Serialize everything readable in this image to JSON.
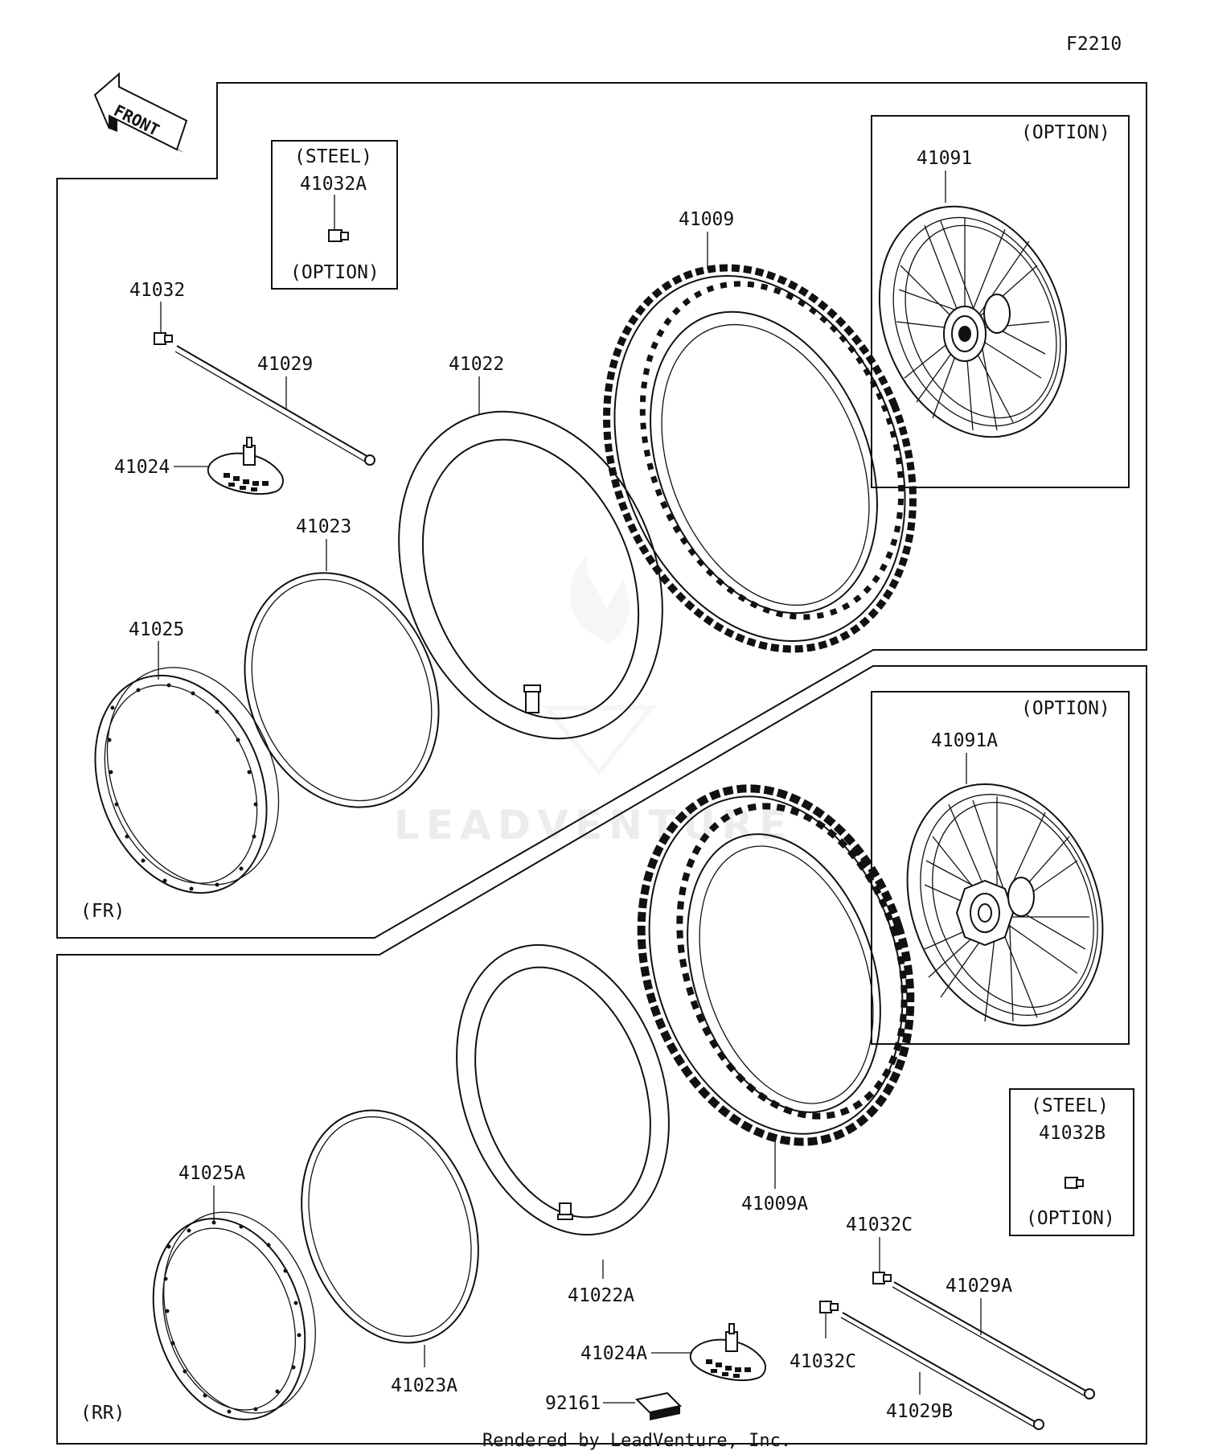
{
  "diagram_code": "F2210",
  "front_arrow_label": "FRONT",
  "watermark": "LEADVENTURE",
  "footer": "Rendered by LeadVenture, Inc.",
  "front_section": {
    "tag": "(FR)",
    "steel_box": {
      "title": "(STEEL)",
      "part": "41032A",
      "note": "(OPTION)"
    },
    "option_box": {
      "title": "(OPTION)",
      "part": "41091"
    },
    "parts": {
      "p41032": "41032",
      "p41029": "41029",
      "p41024": "41024",
      "p41023": "41023",
      "p41025": "41025",
      "p41022": "41022",
      "p41009": "41009"
    }
  },
  "rear_section": {
    "tag": "(RR)",
    "option_box": {
      "title": "(OPTION)",
      "part": "41091A"
    },
    "steel_box": {
      "title": "(STEEL)",
      "part": "41032B",
      "note": "(OPTION)"
    },
    "parts": {
      "p41009A": "41009A",
      "p41032C_top": "41032C",
      "p41029A": "41029A",
      "p41032C_bottom": "41032C",
      "p41029B": "41029B",
      "p41025A": "41025A",
      "p41023A": "41023A",
      "p41022A": "41022A",
      "p41024A": "41024A",
      "p92161": "92161"
    }
  }
}
